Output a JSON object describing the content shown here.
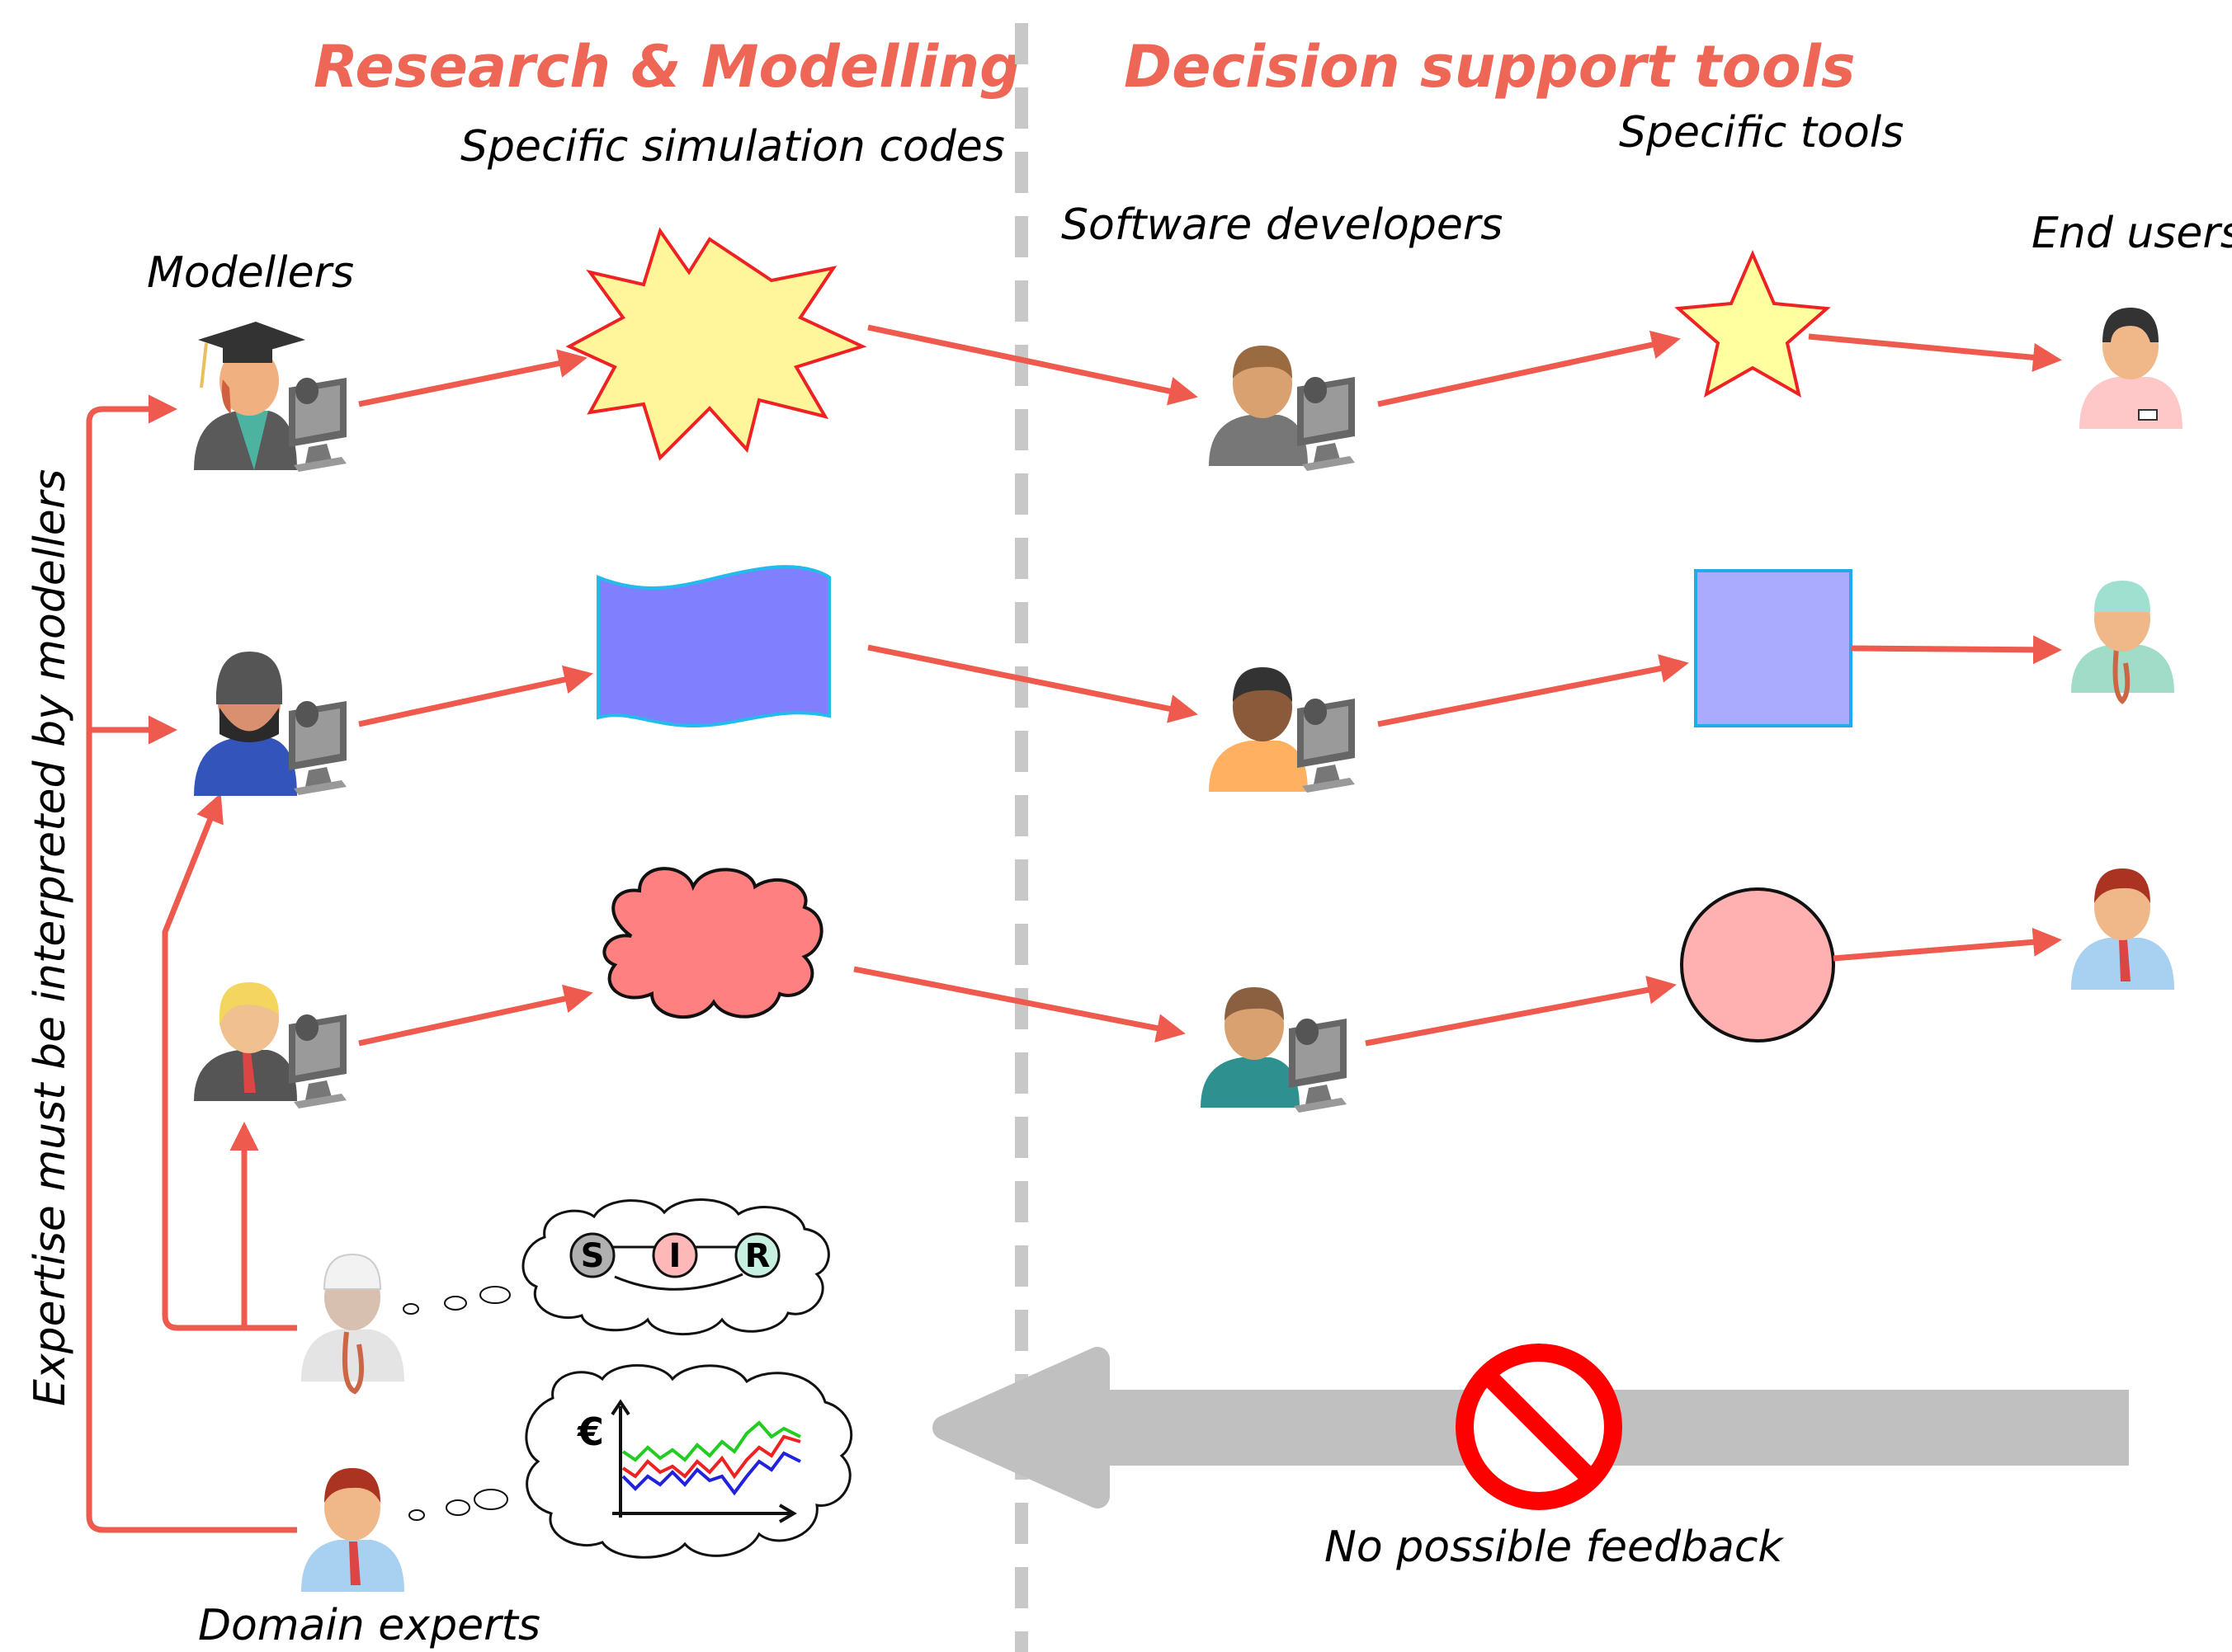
{
  "headings": {
    "left": "Research & Modelling",
    "right": "Decision support tools"
  },
  "labels": {
    "simulation_codes": "Specific simulation codes",
    "specific_tools": "Specific tools",
    "software_developers": "Software developers",
    "end_users": "End users",
    "modellers": "Modellers",
    "domain_experts": "Domain experts",
    "vertical": "Expertise must be interpreted by modellers",
    "no_feedback": "No possible feedback"
  },
  "sir_nodes": [
    "S",
    "I",
    "R"
  ],
  "currency_symbol": "€",
  "colors": {
    "accent": "#ee5a4e",
    "heading": "#ee6655",
    "explosion_fill": "#fff59a",
    "wave_fill": "#8080ff",
    "cloud_fill": "#ff8080",
    "star_fill": "#ffff9f",
    "square_fill": "#aaaaff",
    "circle_fill": "#ffb0b0",
    "feedback_arrow": "#c0c0c0",
    "prohibited": "#ff0000"
  }
}
